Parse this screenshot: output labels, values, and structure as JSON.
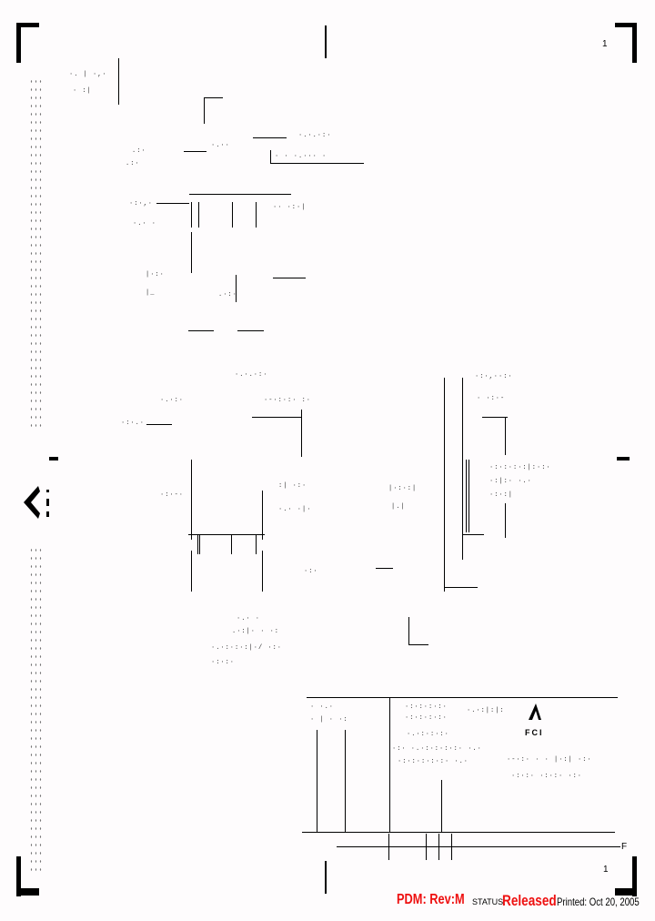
{
  "document": {
    "type": "engineering-drawing",
    "company_logo_text": "FCI",
    "zone_markers": {
      "top_right": "1",
      "bottom_right": "1",
      "right_edge_bottom": "F"
    }
  },
  "status_bar": {
    "pdm_label": "PDM: Rev:M",
    "status_label": "STATUS:",
    "status_value": "Released",
    "printed": "Printed: Oct 20, 2005"
  },
  "title_block": {
    "logo_text": "FCI",
    "logo_icon": "fci-a-logo-icon"
  },
  "colors": {
    "status_red": "#ee1010",
    "line": "#000000",
    "background": "#fefcfd"
  }
}
